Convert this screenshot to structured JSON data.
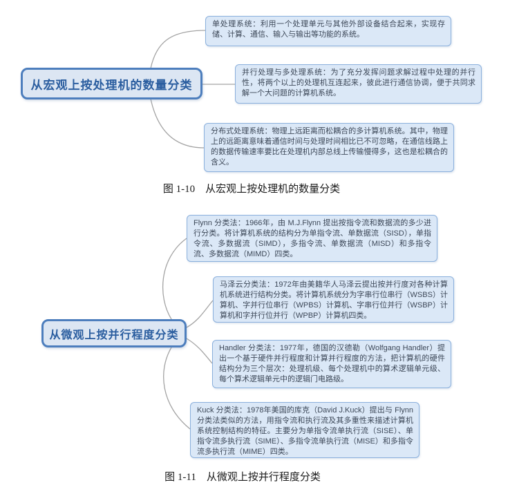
{
  "figures": [
    {
      "root": "从宏观上按处理机的数量分类",
      "children": [
        {
          "text": "单处理系统：利用一个处理单元与其他外部设备结合起来，实现存储、计算、通信、输入与输出等功能的系统。"
        },
        {
          "text": "并行处理与多处理系统：为了充分发挥问题求解过程中处理的并行性，将两个以上的处理机互连起来，彼此进行通信协调，便于共同求解一个大问题的计算机系统。"
        },
        {
          "text": "分布式处理系统：物理上远距离而松耦合的多计算机系统。其中，物理上的远距离意味着通信时间与处理时间相比已不可忽略，在通信线路上的数据传输速率要比在处理机内部总线上传输慢得多，这也是松耦合的含义。"
        }
      ],
      "caption": "图 1-10　从宏观上按处理机的数量分类"
    },
    {
      "root": "从微观上按并行程度分类",
      "children": [
        {
          "text": "Flynn 分类法：1966年，由 M.J.Flynn 提出按指令流和数据流的多少进行分类。将计算机系统的结构分为单指令流、单数据流（SISD），单指令流、多数据流（SIMD），多指令流、单数据流（MISD）和多指令流、多数据流（MIMD）四类。"
        },
        {
          "text": "马泽云分类法：1972年由美籍华人马泽云提出按并行度对各种计算机系统进行结构分类。将计算机系统分为字串行位串行（WSBS）计算机、字并行位串行（WPBS）计算机、字串行位并行（WSBP）计算机和字并行位并行（WPBP）计算机四类。"
        },
        {
          "text": "Handler 分类法：1977年，德国的汉德勒（Wolfgang Handler）提出一个基于硬件并行程度和计算并行程度的方法，把计算机的硬件结构分为三个层次：处理机级、每个处理机中的算术逻辑单元级、每个算术逻辑单元中的逻辑门电路级。"
        },
        {
          "text": "Kuck 分类法：1978年美国的库克（David J.Kuck）提出与 Flynn 分类法类似的方法，用指令流和执行流及其多重性来描述计算机系统控制结构的特征。主要分为单指令流单执行流（SISE）、单指令流多执行流（SIME）、多指令流单执行流（MISE）和多指令流多执行流（MIME）四类。"
        }
      ],
      "caption": "图 1-11　从微观上按并行程度分类"
    }
  ],
  "colors": {
    "root_border": "#4d7ebd",
    "root_fill": "#dce6f3",
    "root_text": "#2a5d9f",
    "child_border": "#8aafdc",
    "child_fill": "#dbe8f7",
    "child_text": "#3c4757",
    "connector": "#a3a3a3",
    "caption_text": "#1a1a1a"
  }
}
